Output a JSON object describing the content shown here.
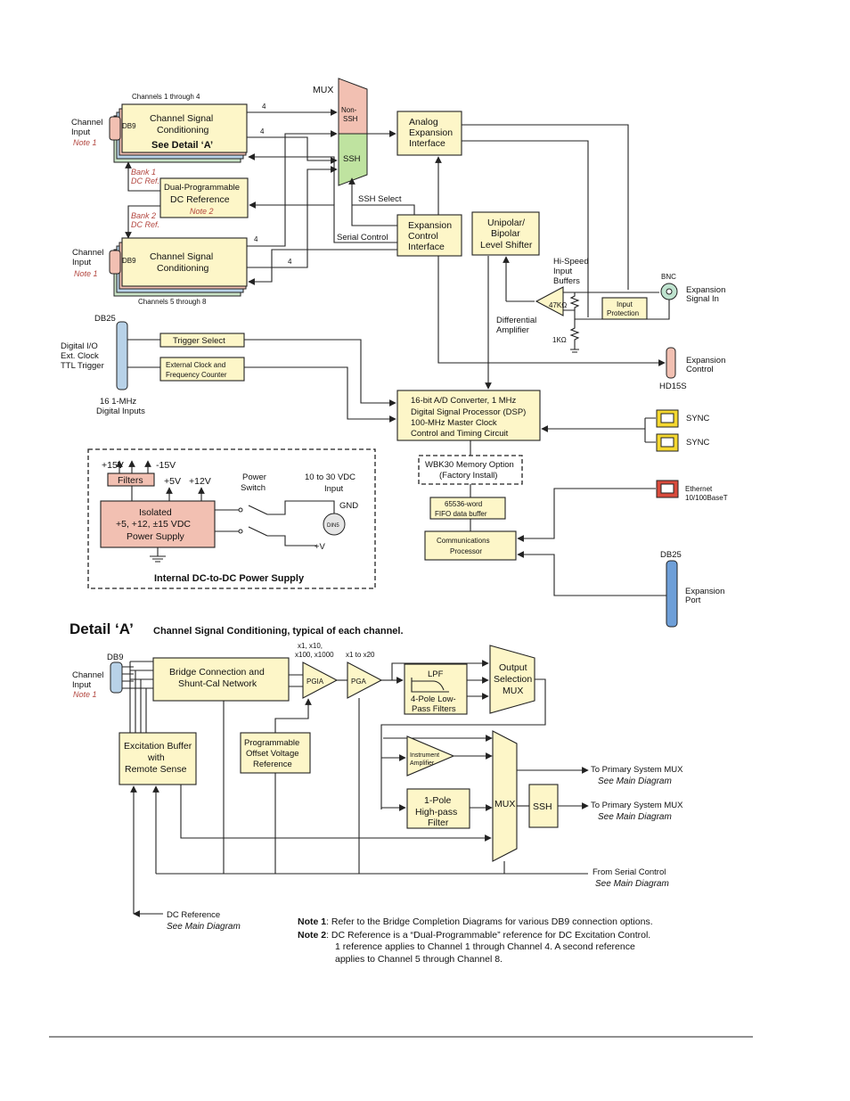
{
  "mux": {
    "title": "MUX",
    "non_ssh_1": "Non-",
    "non_ssh_2": "SSH",
    "ssh": "SSH"
  },
  "csc_top": {
    "channels": "Channels 1 through 4",
    "input_1": "Channel",
    "input_2": "Input",
    "note": "Note 1",
    "db9": "DB9",
    "title_1": "Channel Signal",
    "title_2": "Conditioning",
    "detail": "See Detail ‘A’",
    "bank": "Bank 1",
    "dcref": "DC Ref."
  },
  "csc_bot": {
    "channels": "Channels 5 through 8",
    "input_1": "Channel",
    "input_2": "Input",
    "note": "Note 1",
    "db9": "DB9",
    "title_1": "Channel Signal",
    "title_2": "Conditioning",
    "bank": "Bank 2",
    "dcref": "DC Ref."
  },
  "bus": {
    "four": "4"
  },
  "dcref": {
    "line1": "Dual-Programmable",
    "line2": "DC Reference",
    "note": "Note 2"
  },
  "aei": {
    "l1": "Analog",
    "l2": "Expansion",
    "l3": "Interface"
  },
  "eci": {
    "l1": "Expansion",
    "l2": "Control",
    "l3": "Interface"
  },
  "ssh_select": "SSH Select",
  "serial_control": "Serial Control",
  "ubl": {
    "l1": "Unipolar/",
    "l2": "Bipolar",
    "l3": "Level Shifter"
  },
  "hsb": {
    "l1": "Hi-Speed",
    "l2": "Input",
    "l3": "Buffers"
  },
  "diffamp": {
    "l1": "Differential",
    "l2": "Amplifier"
  },
  "r47k": "47KΩ",
  "r1k": "1KΩ",
  "inprot": {
    "l1": "Input",
    "l2": "Protection"
  },
  "bnc": {
    "label": "BNC",
    "l1": "Expansion",
    "l2": "Signal In"
  },
  "db25a": {
    "label": "DB25",
    "io1": "Digital I/O",
    "io2": "Ext. Clock",
    "io3": "TTL Trigger",
    "di1": "16   1-MHz",
    "di2": "Digital Inputs"
  },
  "trigger": "Trigger Select",
  "extclk": {
    "l1": "External Clock and",
    "l2": "Frequency Counter"
  },
  "hd15": {
    "l1": "Expansion",
    "l2": "Control",
    "label": "HD15S"
  },
  "adc": {
    "l1": "16-bit A/D Converter, 1 MHz",
    "l2": "Digital Signal Processor (DSP)",
    "l3": "100-MHz Master Clock",
    "l4": "Control and Timing Circuit"
  },
  "sync": "SYNC",
  "wbk": {
    "l1": "WBK30 Memory Option",
    "l2": "(Factory Install)"
  },
  "fifo": {
    "l1": "65536-word",
    "l2": "FIFO data buffer"
  },
  "comm": {
    "l1": "Communications",
    "l2": "Processor"
  },
  "eth": {
    "l1": "Ethernet",
    "l2": "10/100BaseT"
  },
  "db25b": {
    "label": "DB25",
    "l1": "Expansion",
    "l2": "Port"
  },
  "psu": {
    "p15": "+15V",
    "m15": "-15V",
    "filters": "Filters",
    "p5": "+5V",
    "p12": "+12V",
    "l1": "Isolated",
    "l2": "+5, +12, ±15 VDC",
    "l3": "Power Supply",
    "sw1": "Power",
    "sw2": "Switch",
    "in1": "10 to 30 VDC",
    "in2": "Input",
    "gnd": "GND",
    "din": "DIN5",
    "pv": "+V",
    "caption": "Internal DC-to-DC Power Supply"
  },
  "detail": {
    "title": "Detail ‘A’",
    "subtitle": "Channel Signal Conditioning, typical of each channel.",
    "db9": "DB9",
    "input_1": "Channel",
    "input_2": "Input",
    "note": "Note 1",
    "bridge_1": "Bridge Connection and",
    "bridge_2": "Shunt-Cal Network",
    "pgia_gain_1": "x1, x10,",
    "pgia_gain_2": "x100, x1000",
    "pgia": "PGIA",
    "pga_gain": "x1 to x20",
    "pga": "PGA",
    "lpf": "LPF",
    "lpf_1": "4-Pole Low-",
    "lpf_2": "Pass Filters",
    "osm_1": "Output",
    "osm_2": "Selection",
    "osm_3": "MUX",
    "exc_1": "Excitation Buffer",
    "exc_2": "with",
    "exc_3": "Remote Sense",
    "pov_1": "Programmable",
    "pov_2": "Offset Voltage",
    "pov_3": "Reference",
    "ia_1": "Instrument",
    "ia_2": "Amplifier",
    "hpf_1": "1-Pole",
    "hpf_2": "High-pass",
    "hpf_3": "Filter",
    "mux": "MUX",
    "ssh": "SSH",
    "to_mux": "To Primary System MUX",
    "see_main": "See Main Diagram",
    "from_serial": "From Serial Control",
    "dcref": "DC Reference"
  },
  "notes": {
    "n1_label": "Note 1",
    "n1_text": ": Refer to the Bridge Completion Diagrams for various DB9 connection options.",
    "n2_label": "Note 2",
    "n2_text": ": DC Reference is a “Dual-Programmable” reference for DC Excitation Control.",
    "n2_line2": "1 reference applies to Channel 1 through Channel 4.  A second reference",
    "n2_line3": "applies to Channel 5 through Channel 8."
  }
}
